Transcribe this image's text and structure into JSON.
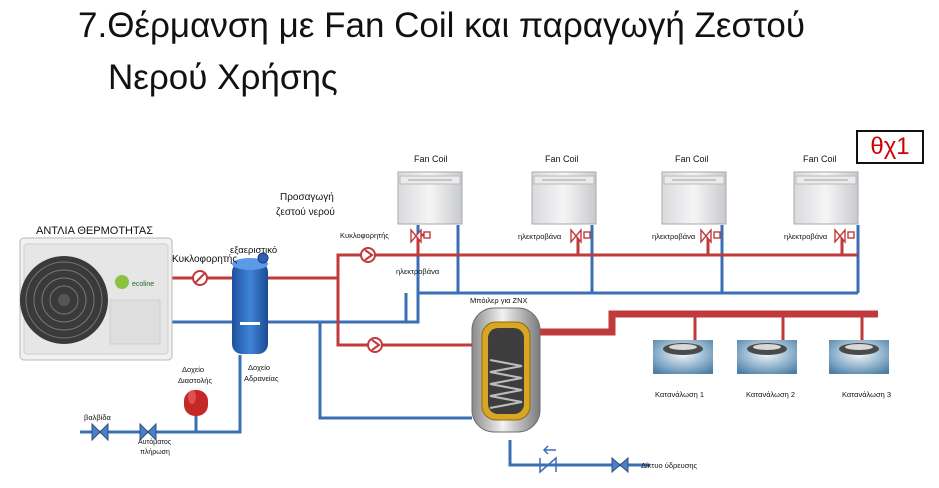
{
  "title": {
    "line1": "7.Θέρμανση με Fan Coil και παραγωγή Ζεστού",
    "line2": "Νερού Χρήσης"
  },
  "badge": "θχ1",
  "labels": {
    "heat_pump": "ΑΝΤΛΙΑ ΘΕΡΜΟΤΗΤΑΣ",
    "circulator_main": "Κυκλοφορητής",
    "expansion_vent": "εξαεριστικό",
    "supply_line1": "Προσαγωγή",
    "supply_line2": "ζεστού νερού",
    "circulator_fc": "Κυκλοφορητής",
    "solenoid": "ηλεκτροβάνα",
    "boiler": "Μπόιλερ για ΖΝΧ",
    "inertia_line1": "Δοχείο",
    "inertia_line2": "Αδρανείας",
    "expansion_line1": "Δοχείο",
    "expansion_line2": "Διαστολής",
    "valve": "βαλβίδα",
    "auto_fill_line1": "Αυτόματος",
    "auto_fill_line2": "πλήρωση",
    "mains": "Δίκτυο ύδρευσης",
    "pump_brand": "ecoline"
  },
  "fan_coils": [
    "Fan Coil",
    "Fan Coil",
    "Fan Coil",
    "Fan Coil"
  ],
  "consumers": [
    "Κατανάλωση 1",
    "Κατανάλωση 2",
    "Κατανάλωση 3"
  ],
  "colors": {
    "hot": "#c0393b",
    "cold": "#3a6fb5",
    "badge": "#d00000"
  }
}
